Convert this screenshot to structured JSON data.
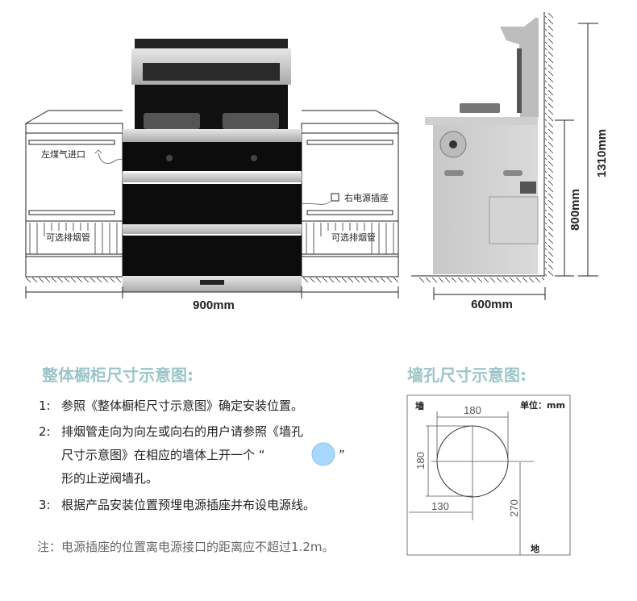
{
  "front_view": {
    "gas_inlet_label": "左煤气进口",
    "power_socket_label": "右电源插座",
    "left_pipe_label": "可选排烟管",
    "right_pipe_label": "可选排烟管",
    "width_dimension": "900mm"
  },
  "side_view": {
    "depth_dimension": "600mm",
    "counter_height": "800mm",
    "total_height": "1310mm"
  },
  "cabinet_section": {
    "title": "整体橱柜尺寸示意图:",
    "items": [
      {
        "num": "1:",
        "lines": [
          "参照《整体橱柜尺寸示意图》确定安装位置。"
        ]
      },
      {
        "num": "2:",
        "lines": [
          "排烟管走向为向左或向右的用户请参照《墙孔",
          "尺寸示意图》在相应的墙体上开一个 “",
          "”",
          "形的止逆阀墙孔。"
        ]
      },
      {
        "num": "3:",
        "lines": [
          "根据产品安装位置预埋电源插座并布设电源线。"
        ]
      }
    ],
    "note": "注：电源插座的位置离电源接口的距离应不超过1.2m。",
    "hole_icon_color": "#a8d8fb"
  },
  "wall_hole_section": {
    "title": "墙孔尺寸示意图:",
    "wall_label": "墙",
    "unit_label": "单位：mm",
    "hole_width": "180",
    "hole_height": "180",
    "side_offset": "130",
    "floor_height": "270",
    "floor_label": "地"
  },
  "colors": {
    "title": "#9cc5c9",
    "steel": "#c9c9c9",
    "glass": "#0c0c0c"
  }
}
